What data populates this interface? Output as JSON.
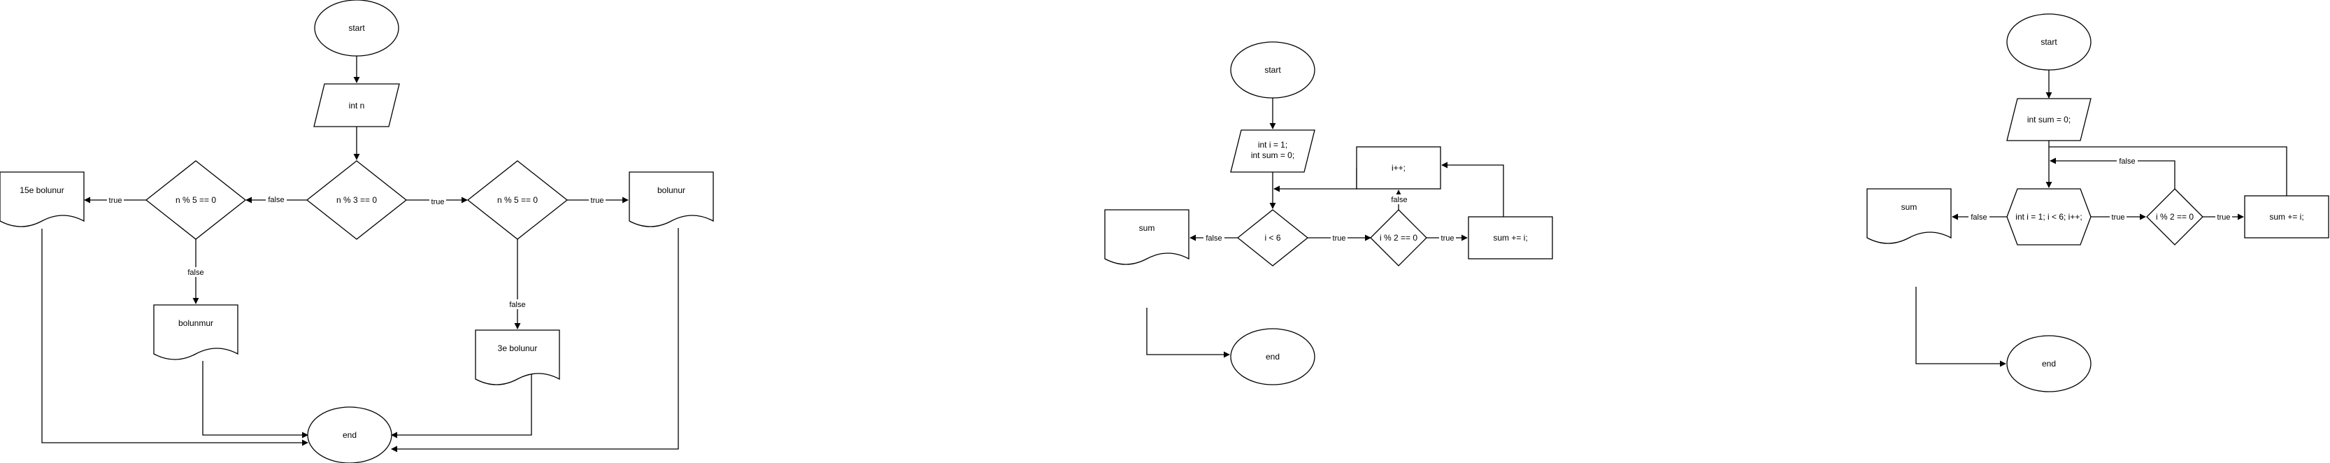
{
  "diagrams": [
    {
      "name": "flowchart-1",
      "nodes": {
        "start": "start",
        "input_n": "int n",
        "cond_mod3": "n % 3 == 0",
        "cond_mod5_left": "n % 5 == 0",
        "cond_mod5_right": "n % 5 == 0",
        "out_15": "15e bolunur",
        "out_bolunmur": "bolunmur",
        "out_3": "3e bolunur",
        "out_bolunur": "bolunur",
        "end": "end"
      },
      "edges": {
        "mod3_false": "false",
        "mod3_true": "true",
        "left_true": "true",
        "left_false": "false",
        "right_true": "true",
        "right_false": "false"
      }
    },
    {
      "name": "flowchart-2",
      "nodes": {
        "start": "start",
        "init": [
          "int i = 1;",
          "int sum = 0;"
        ],
        "cond_loop": "i < 6",
        "cond_even": "i % 2 == 0",
        "increment": "i++;",
        "add": "sum += i;",
        "out_sum": "sum",
        "end": "end"
      },
      "edges": {
        "loop_false": "false",
        "loop_true": "true",
        "even_true": "true",
        "even_false": "false"
      }
    },
    {
      "name": "flowchart-3",
      "nodes": {
        "start": "start",
        "init": "int sum = 0;",
        "loop": "int i = 1; i < 6; i++;",
        "cond_even": "i % 2 == 0",
        "add": "sum += i;",
        "out_sum": "sum",
        "end": "end"
      },
      "edges": {
        "loop_false": "false",
        "loop_true": "true",
        "even_true": "true",
        "even_false": "false"
      }
    }
  ]
}
